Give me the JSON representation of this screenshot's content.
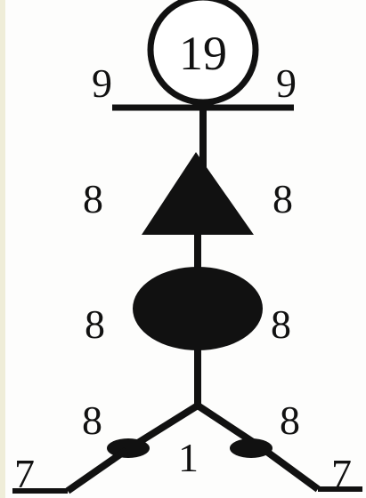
{
  "diagram": {
    "head_number": "19",
    "labels": {
      "top_left": "9",
      "top_right": "9",
      "triangle_left": "8",
      "triangle_right": "8",
      "ellipse_left": "8",
      "ellipse_right": "8",
      "fork_left": "8",
      "fork_right": "8",
      "bottom_left": "7",
      "bottom_right": "7",
      "center_bottom": "1"
    },
    "colors": {
      "ink": "#111111",
      "page_edge": "#efedd8"
    }
  }
}
